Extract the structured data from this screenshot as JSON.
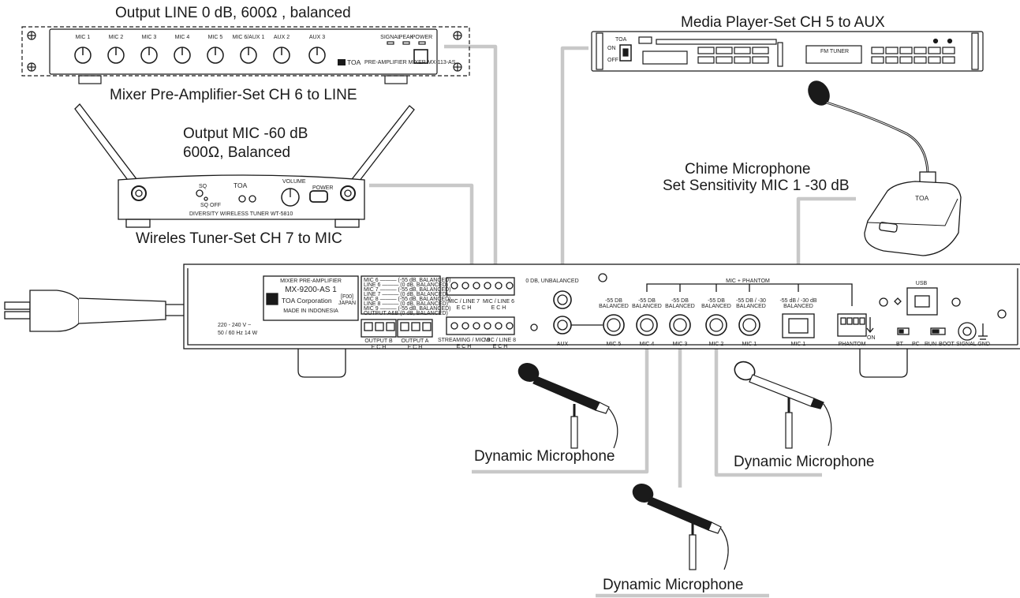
{
  "callouts": {
    "mixer_output": "Output LINE 0 dB, 600Ω , balanced",
    "mixer_caption": "Mixer Pre-Amplifier-Set CH 6 to LINE",
    "media_caption": "Media Player-Set CH 5 to AUX",
    "tuner_output_1": "Output MIC -60 dB",
    "tuner_output_2": "600Ω, Balanced",
    "tuner_caption": "Wireles Tuner-Set CH 7 to MIC",
    "chime_1": "Chime Microphone",
    "chime_2": "Set Sensitivity MIC 1 -30 dB",
    "dyn_mic_left": "Dynamic Microphone",
    "dyn_mic_right": "Dynamic Microphone",
    "dyn_mic_bottom": "Dynamic Microphone"
  },
  "mixer_pre": {
    "channels": [
      "MIC 1",
      "MIC 2",
      "MIC 3",
      "MIC 4",
      "MIC 5",
      "MIC 6/AUX 1",
      "AUX 2",
      "AUX 3"
    ],
    "indicators": [
      "SIGNAL",
      "PEAK",
      "POWER"
    ],
    "brand": "TOA",
    "model_text": "PRE-AMPLIFIER MIXER MX-113-AS"
  },
  "media_player": {
    "brand": "TOA",
    "display": "FM TUNER",
    "power_on": "ON",
    "power_off": "OFF"
  },
  "tuner": {
    "brand": "TOA",
    "volume": "VOLUME",
    "power": "POWER",
    "model_text": "DIVERSITY WIRELESS TUNER WT-5810",
    "sq": "SQ",
    "sq_off": "SQ OFF"
  },
  "chime": {
    "brand": "TOA"
  },
  "rear_panel": {
    "model_title": "MIXER PRE-AMPLIFIER",
    "model": "MX-9200-AS 1",
    "f_code": "[F00]",
    "company": "TOA Corporation",
    "country": "JAPAN",
    "made_in": "MADE IN INDONESIA",
    "power_1": "220 - 240 V ~",
    "power_2": "50 / 60 Hz 14 W",
    "levels": [
      "MIC 6 ——— (-55 dB, BALANCED)",
      "LINE 6 ——— (0 dB, BALANCED)",
      "MIC 7 ——— (-55 dB, BALANCED)",
      "LINE 7 ——— (0 dB, BALANCED)",
      "MIC 8 ——— (-55 dB, BALANCED)",
      "LINE 8 ——— (0 dB, BALANCED)",
      "MIC 9 ——— (-55 dB, BALANCED)",
      "OUTPUT A&B (0 dB, BALANCED)"
    ],
    "output_b": "OUTPUT B",
    "output_a": "OUTPUT A",
    "ech": "E  C  H",
    "mic_line_7": "MIC / LINE 7",
    "mic_line_6": "MIC / LINE 6",
    "streaming_mic_9": "STREAMING / MIC 9",
    "mic_line_8": "MIC / LINE 8",
    "unbalanced": "0 DB, UNBALANCED",
    "aux": "AUX",
    "mic5": "MIC 5",
    "mic4": "MIC 4",
    "mic3": "MIC 3",
    "mic2": "MIC 2",
    "mic1_xlr": "MIC 1",
    "mic1_rj": "MIC 1",
    "sens_55": "-55 DB",
    "balanced": "BALANCED",
    "sens_55_30": "-55 DB / -30",
    "sens_55_30_db": "-55 dB / -30 dB",
    "mic_phantom": "MIC + PHANTOM",
    "phantom": "PHANTOM",
    "on": "ON",
    "usb": "USB",
    "bt": "BT",
    "pc": "PC",
    "run": "RUN",
    "boot": "BOOT",
    "signal_gnd": "SIGNAL GND"
  },
  "colors": {
    "cable": "#c8c8c8",
    "device": "#1a1a1a"
  }
}
